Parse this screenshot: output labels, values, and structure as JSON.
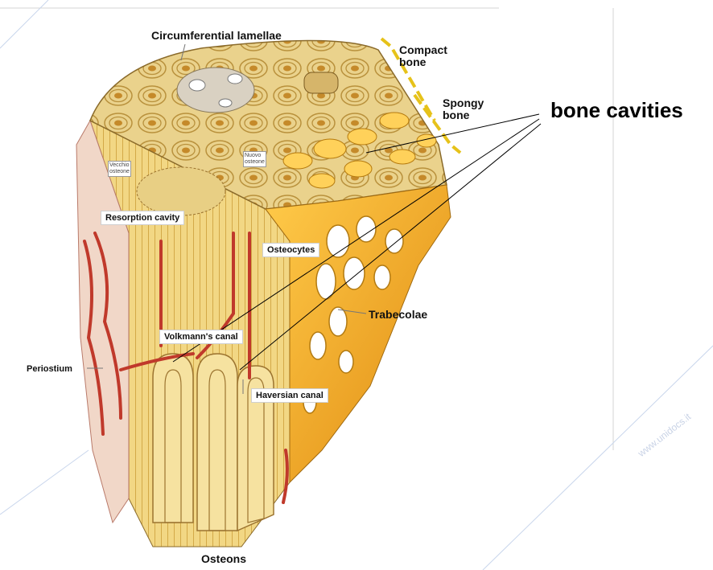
{
  "labels": {
    "circumferential_lamellae": "Circumferential lamellae",
    "compact_bone_line1": "Compact",
    "compact_bone_line2": "bone",
    "spongy_bone_line1": "Spongy",
    "spongy_bone_line2": "bone",
    "bone_cavities": "bone cavities",
    "resorption_cavity": "Resorption cavity",
    "osteocytes": "Osteocytes",
    "trabecolae": "Trabecolae",
    "volkmanns_canal": "Volkmann's canal",
    "periostium": "Periostium",
    "haversian_canal": "Haversian canal",
    "osteons": "Osteons",
    "vecchio_osteone_line1": "Vecchio",
    "vecchio_osteone_line2": "osteone",
    "nuovo_osteone_line1": "Nuovo",
    "nuovo_osteone_line2": "osteone"
  },
  "watermark": "www.unidocs.it",
  "colors": {
    "bone_light": "#f3d98a",
    "bone_mid": "#e3b54a",
    "bone_dark": "#c98f1f",
    "spongy": "#f0a21a",
    "vessel_red": "#c0392b",
    "compact_bracket": "#e6c21a"
  }
}
